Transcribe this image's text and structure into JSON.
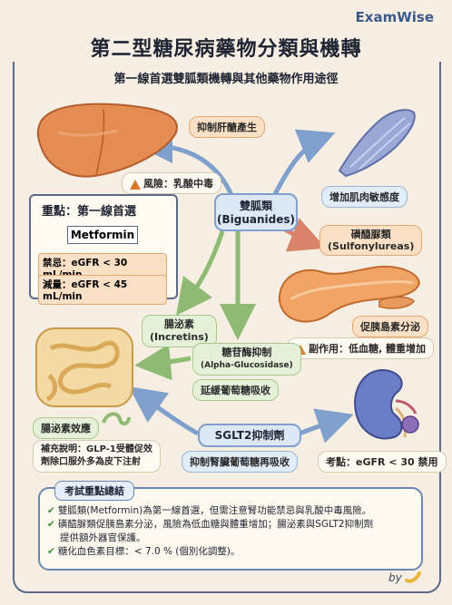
{
  "brand": "ExamWise",
  "title": "第二型糖尿病藥物分類與機轉",
  "subtitle": "第一線首選雙胍類機轉與其他藥物作用途徑",
  "center": {
    "line1": "雙胍類",
    "line2": "(Biguanides)"
  },
  "liver": {
    "effect": "抑制肝醣產生",
    "risk": "風險：乳酸中毒"
  },
  "muscle": {
    "effect": "增加肌肉敏感度"
  },
  "key_point": {
    "title": "重點：第一線首選",
    "drug": "Metformin",
    "contra": "禁忌：eGFR < 30 mL/min",
    "reduce": "減量：eGFR < 45 mL/min"
  },
  "sulfonylureas": {
    "line1": "磺醯脲類",
    "line2": "(Sulfonylureas)",
    "effect": "促胰島素分泌",
    "side": "副作用：低血糖, 體重增加"
  },
  "incretins": {
    "line1": "腸泌素",
    "line2": "(Incretins)",
    "effect": "腸泌素效應",
    "note_line1": "補充說明：GLP-1受體促效",
    "note_line2": "劑除口服外多為皮下注射"
  },
  "agi": {
    "line1": "糖苷酶抑制",
    "line2": "(Alpha-Glucosidase)",
    "effect": "延緩葡萄糖吸收"
  },
  "sglt2": {
    "name": "SGLT2抑制劑",
    "effect": "抑制腎臟葡萄糖再吸收",
    "note": "考點：eGFR < 30 禁用"
  },
  "summary": {
    "title": "考試重點總結",
    "items": [
      "雙胍類(Metformin)為第一線首選，但需注意腎功能禁忌與乳酸中毒風險。",
      "磺醯脲類促胰島素分泌，風險為低血糖與體重增加；腸泌素與SGLT2抑制劑",
      "提供額外器官保護。",
      "糖化血色素目標：< 7.0 % (個別化調整)。"
    ]
  },
  "signature": "by",
  "colors": {
    "arrow": "#7f9fcc",
    "accent": "#3c5a8c",
    "orange": "#e3a874"
  }
}
